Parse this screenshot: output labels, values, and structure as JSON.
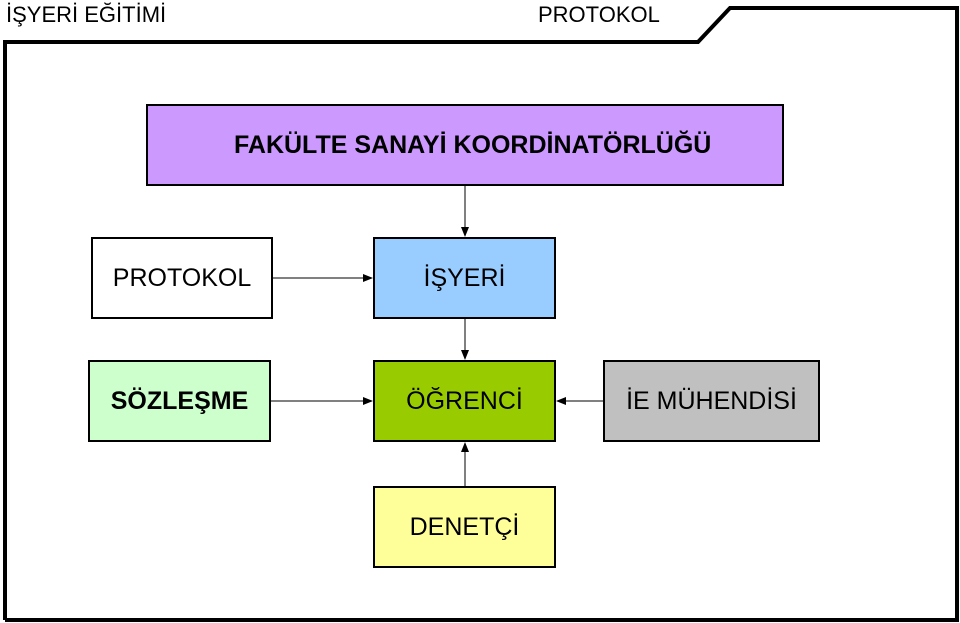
{
  "header": {
    "left_title": "İŞYERİ EĞİTİMİ",
    "right_title": "PROTOKOL"
  },
  "boxes": {
    "fakulte": {
      "label": "FAKÜLTE SANAYİ KOORDİNATÖRLÜĞÜ",
      "color": "#cc99ff"
    },
    "protokol": {
      "label": "PROTOKOL",
      "color": "#ffffff"
    },
    "isyeri": {
      "label": "İŞYERİ",
      "color": "#99ccff"
    },
    "sozlesme": {
      "label": "SÖZLEŞME",
      "color": "#ccffcc"
    },
    "ogrenci": {
      "label": "ÖĞRENCİ",
      "color": "#99cc00"
    },
    "muhendis": {
      "label": "İE MÜHENDİSİ",
      "color": "#c0c0c0"
    },
    "denetci": {
      "label": "DENETÇİ",
      "color": "#ffff99"
    }
  }
}
